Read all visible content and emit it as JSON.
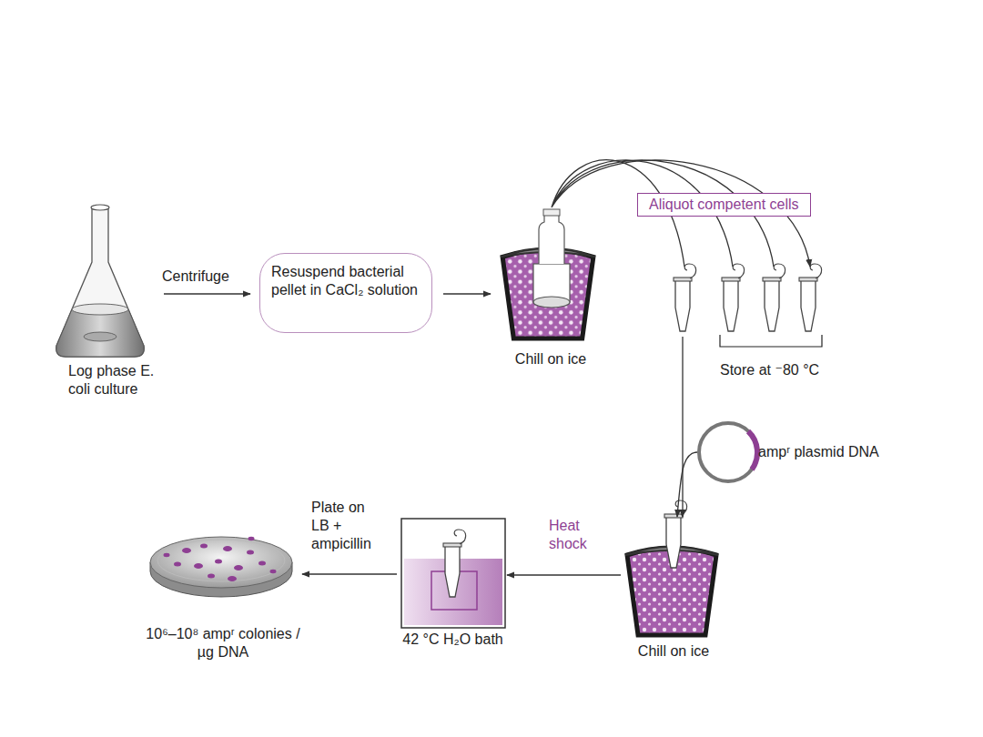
{
  "diagram": {
    "nodes": [
      {
        "text": [
          "Log phase E. coli culture"
        ]
      },
      {
        "text": [
          "Resuspend bacterial pellet in CaCl₂ solution"
        ]
      },
      {
        "text": [
          "Chill on ice"
        ]
      },
      {
        "text": [
          "Aliquot competent cells"
        ]
      },
      {
        "text": [
          "Store at ⁻80 °C"
        ]
      },
      {
        "text": [
          "ampʳ plasmid DNA"
        ]
      },
      {
        "text": [
          "Chill on ice"
        ]
      },
      {
        "text": [
          "42 °C H₂O bath"
        ]
      },
      {
        "text": [
          "10⁶–10⁸ ampʳ colonies / µg DNA"
        ]
      }
    ],
    "edges": [
      {
        "from": 0,
        "to": 1,
        "label": "Centrifuge",
        "arrow": "to"
      },
      {
        "from": 1,
        "to": 2,
        "arrow": "to"
      },
      {
        "from": 2,
        "to": 4,
        "arrow": "to"
      },
      {
        "from": 4,
        "to": 6,
        "arrow": "to"
      },
      {
        "from": 5,
        "to": 6,
        "arrow": "to"
      },
      {
        "from": 6,
        "to": 7,
        "label": "Heat shock",
        "arrow": "to"
      },
      {
        "from": 7,
        "to": 8,
        "label": "Plate on LB + ampicillin",
        "arrow": "to"
      }
    ]
  }
}
